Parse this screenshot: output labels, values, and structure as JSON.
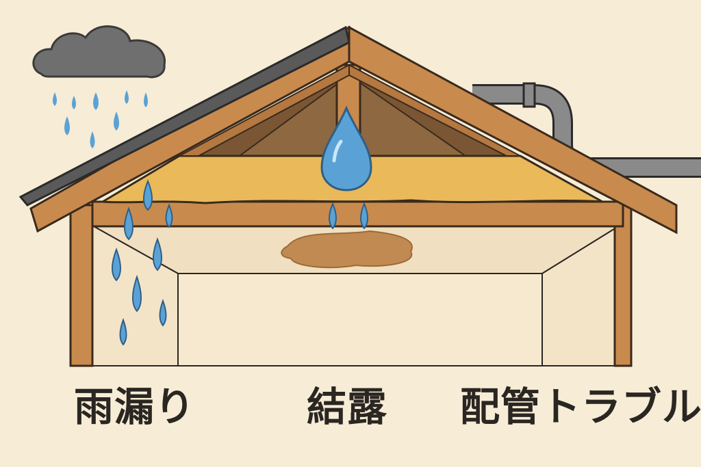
{
  "labels": {
    "leak": "雨漏り",
    "condensation": "結露",
    "plumbing": "配管トラブル"
  },
  "colors": {
    "background": "#f7ecd6",
    "wood": "#c98a4e",
    "wood_outline": "#3a2a1c",
    "shingle": "#5a5a5a",
    "insulation": "#e9b95a",
    "water": "#5aa2d6",
    "pipe": "#8a8a8a",
    "stain": "#c08a52",
    "text": "#2a2622"
  }
}
